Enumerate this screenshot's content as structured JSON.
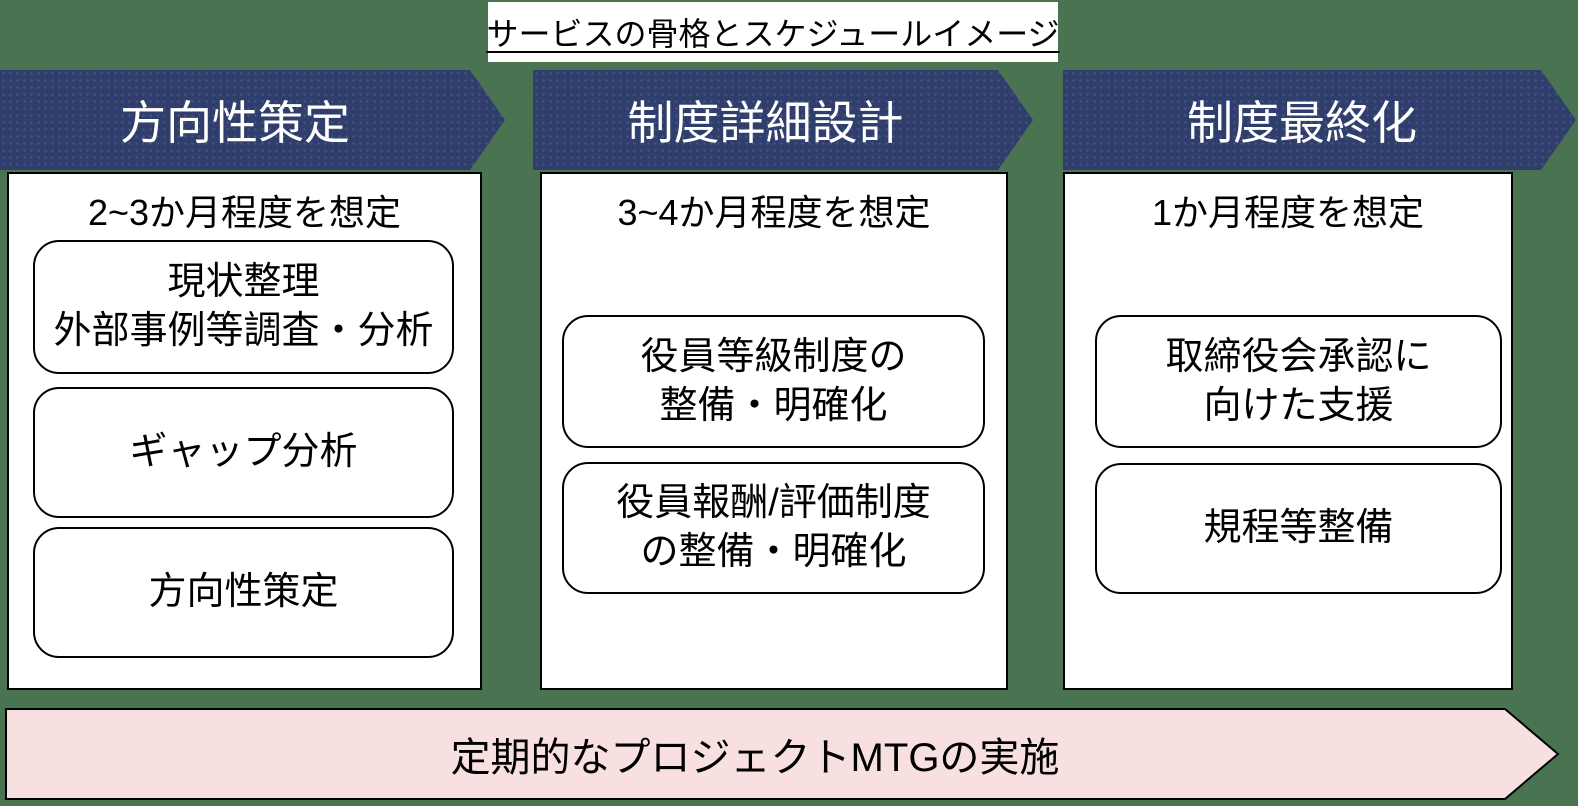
{
  "title": "サービスの骨格とスケジュールイメージ",
  "colors": {
    "background": "#4A7351",
    "phase_arrow": "#2F3E6C",
    "panel": "#FFFFFF",
    "footer_arrow": "#F7E0DF",
    "border": "#000000",
    "header_text": "#FFFFFF",
    "body_text": "#000000"
  },
  "phases": [
    {
      "header": "方向性策定",
      "duration": "2~3か月程度を想定",
      "tasks": [
        "現状整理\n外部事例等調査・分析",
        "ギャップ分析",
        "方向性策定"
      ]
    },
    {
      "header": "制度詳細設計",
      "duration": "3~4か月程度を想定",
      "tasks": [
        "役員等級制度の\n整備・明確化",
        "役員報酬/評価制度\nの整備・明確化"
      ]
    },
    {
      "header": "制度最終化",
      "duration": "1か月程度を想定",
      "tasks": [
        "取締役会承認に\n向けた支援",
        "規程等整備"
      ]
    }
  ],
  "footer": {
    "label": "定期的なプロジェクトMTGの実施"
  }
}
